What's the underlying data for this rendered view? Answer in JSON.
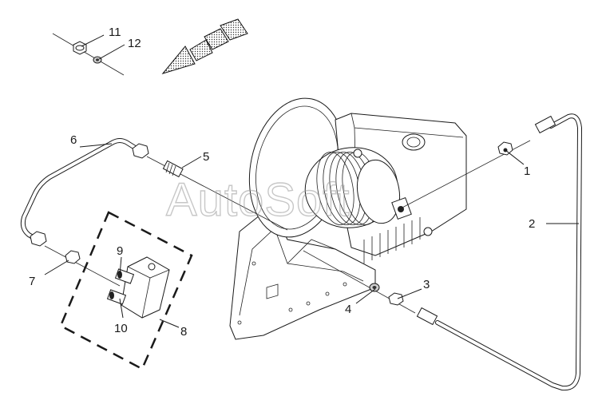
{
  "diagram": {
    "watermark": "AutoSoft",
    "callouts": [
      {
        "id": "c1",
        "label": "1"
      },
      {
        "id": "c2",
        "label": "2"
      },
      {
        "id": "c3",
        "label": "3"
      },
      {
        "id": "c4",
        "label": "4"
      },
      {
        "id": "c5",
        "label": "5"
      },
      {
        "id": "c6",
        "label": "6"
      },
      {
        "id": "c7",
        "label": "7"
      },
      {
        "id": "c8",
        "label": "8"
      },
      {
        "id": "c9",
        "label": "9"
      },
      {
        "id": "c10",
        "label": "10"
      },
      {
        "id": "c11",
        "label": "11"
      },
      {
        "id": "c12",
        "label": "12"
      }
    ]
  }
}
